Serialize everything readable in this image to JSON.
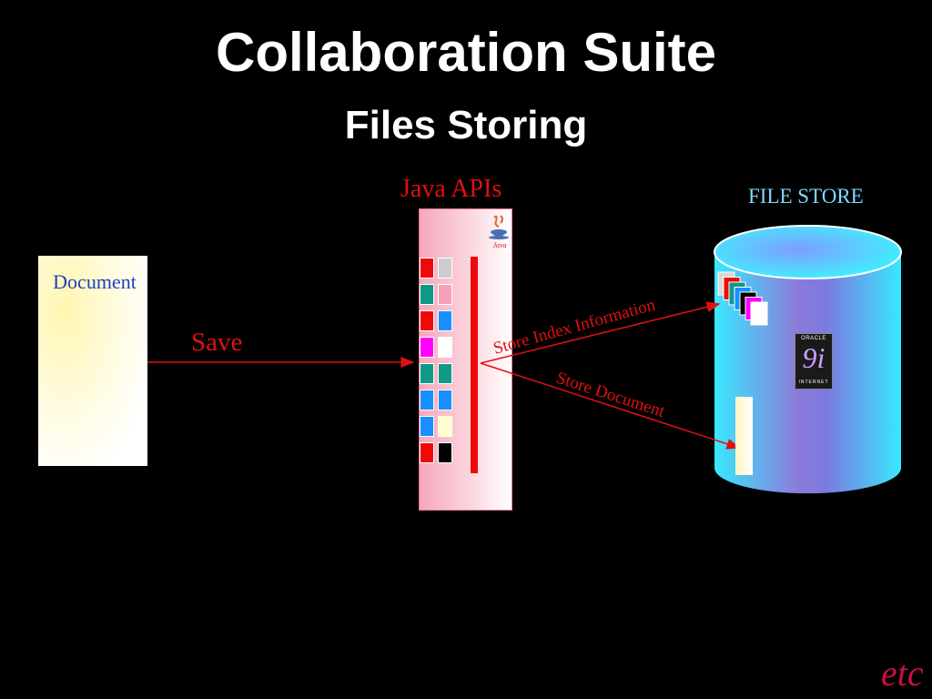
{
  "title": "Collaboration Suite",
  "subtitle": "Files Storing",
  "document_label": "Document",
  "save_label": "Save",
  "java_apis_label": "Java APIs",
  "file_store_label": "FILE STORE",
  "arrow_labels": {
    "store_index": "Store Index Information",
    "store_document": "Store Document"
  },
  "java_logo_text": "Java",
  "oracle_badge": {
    "top": "ORACLE",
    "main": "9i",
    "bottom": "INTERNET"
  },
  "footer_logo": "etc",
  "colors": {
    "background": "#000000",
    "accent_red": "#e01010",
    "document_label": "#1f3fbf",
    "file_store_label": "#7fd8ff",
    "cylinder": "#4ff0ff"
  },
  "api_grid": [
    [
      "#ee0a0a",
      "#cccccc"
    ],
    [
      "#119988",
      "#f5a0b8"
    ],
    [
      "#ee0a0a",
      "#1a8fff"
    ],
    [
      "#ff00ff",
      "#ffffff"
    ],
    [
      "#119988",
      "#119988"
    ],
    [
      "#1a8fff",
      "#1a8fff"
    ],
    [
      "#1a8fff",
      "#ffffcc"
    ],
    [
      "#ee0a0a",
      "#000000"
    ]
  ],
  "stacked_docs": [
    "#d8d8d8",
    "#ee0a0a",
    "#119988",
    "#1a8fff",
    "#000000",
    "#ff00ff",
    "#ffffff"
  ]
}
